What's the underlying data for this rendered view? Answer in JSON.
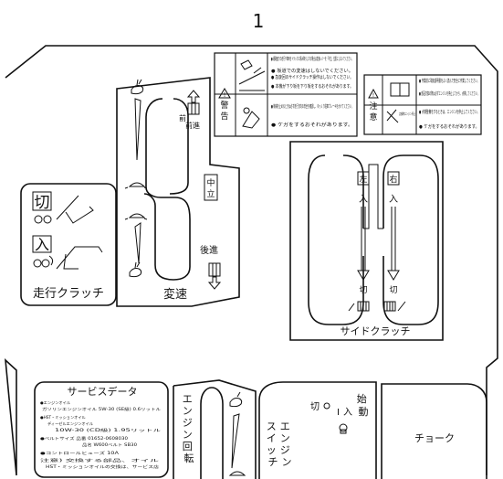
{
  "page_number": "1",
  "warning_panel": {
    "label": "警告",
    "messages": [
      "● 緩路面での走行や車両をトラックに積み降ろしする場合は変速レバーを「中立」位置にしないでください。",
      "● 坂道での変速はしないでください。",
      "● 急旋回のサイドクラッチ操作はしないでください。",
      "● 本機が下り坂を下り坂をするおそれがあります。",
      "● 機械を止めるときは必ず走行方向の安全を確認し、ゆっくり駐車ブレーキをかけてください。",
      "● ケガをするおそれがあります。"
    ]
  },
  "caution_panel": {
    "label": "注意",
    "icon_caption": "点検時エンジン停止",
    "messages": [
      "● 作業前に取扱説明書をよく読んで安全に作業してください。",
      "● 部品交換の際は必ずエンジンを停止してから、点検してください。",
      "● 点検整備をするときは、エンジンを停止してください。",
      "● ケガをするおそれがあります。"
    ]
  },
  "gear_shift": {
    "forward": "前進",
    "neutral": "中立",
    "reverse": "後進",
    "label": "変速"
  },
  "travel_clutch": {
    "off": "切",
    "on": "入",
    "label": "走行クラッチ"
  },
  "side_clutch": {
    "left": "左",
    "right": "右",
    "left_on": "入",
    "right_on": "入",
    "left_off": "切",
    "right_off": "切",
    "label": "サイドクラッチ"
  },
  "service_data": {
    "title": "サービスデータ",
    "lines": [
      "●エンジンオイル",
      "ガソリンエンジンオイル 5W-30 (SE級)  0.6リットル",
      "●HST・ミッションオイル",
      "ディーゼルエンジンオイル",
      "10W-30 (CD級)  1.95リットル",
      "●ベルトサイズ  品番 01652-0608030",
      "品名 W600ベルト SB30",
      "●コントロールヒューズ  10A",
      "注意) 交換する部品、オイル",
      "HST・ミッションオイルの交換は、サービス店"
    ]
  },
  "engine_speed_label": "エンジン回転",
  "engine_switch": {
    "label": "エンジンスイッチ",
    "off": "切",
    "on": "入",
    "start": "始動"
  },
  "choke_label": "チョーク"
}
